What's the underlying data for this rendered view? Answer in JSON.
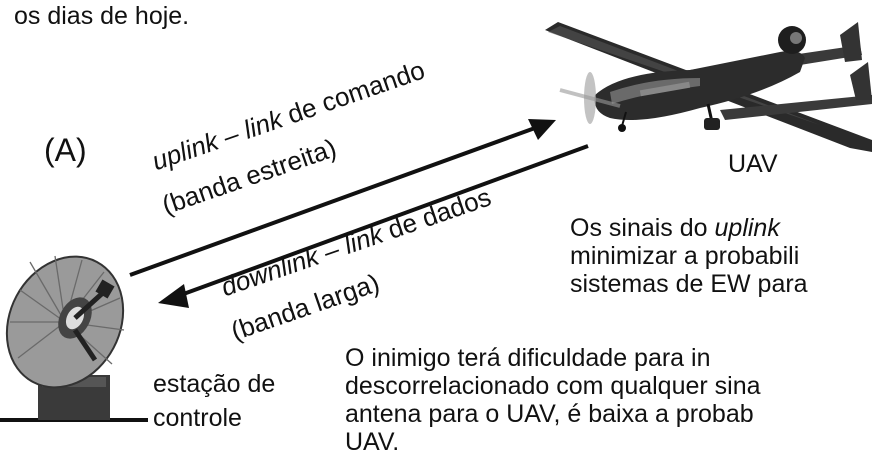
{
  "intro_line": "os dias de hoje.",
  "panel_label": "(A)",
  "uav_label": "UAV",
  "station_label_1": "estação de",
  "station_label_2": "controle",
  "uplink": {
    "line1_italic_a": "uplink",
    "line1_dash": " – ",
    "line1_italic_b": "link",
    "line1_rest": " de comando",
    "line2": "(banda estreita)"
  },
  "downlink": {
    "line1_italic_a": "downlink",
    "line1_dash": " – ",
    "line1_italic_b": "link",
    "line1_rest": " de dados",
    "line2": "(banda larga)"
  },
  "uav_note": {
    "l1_a": "Os sinais do ",
    "l1_italic": "uplink",
    "l2": "minimizar a probabili",
    "l3": "sistemas de EW para"
  },
  "enemy_note": {
    "l1": "O inimigo terá dificuldade para in",
    "l2": "descorrelacionado com qualquer sina",
    "l3": "antena para o UAV, é baixa a probab",
    "l4": "UAV."
  },
  "colors": {
    "ink": "#111111",
    "body": "#3a3a3a",
    "dark": "#1a1a1a",
    "dish": "#9a9a9a"
  }
}
